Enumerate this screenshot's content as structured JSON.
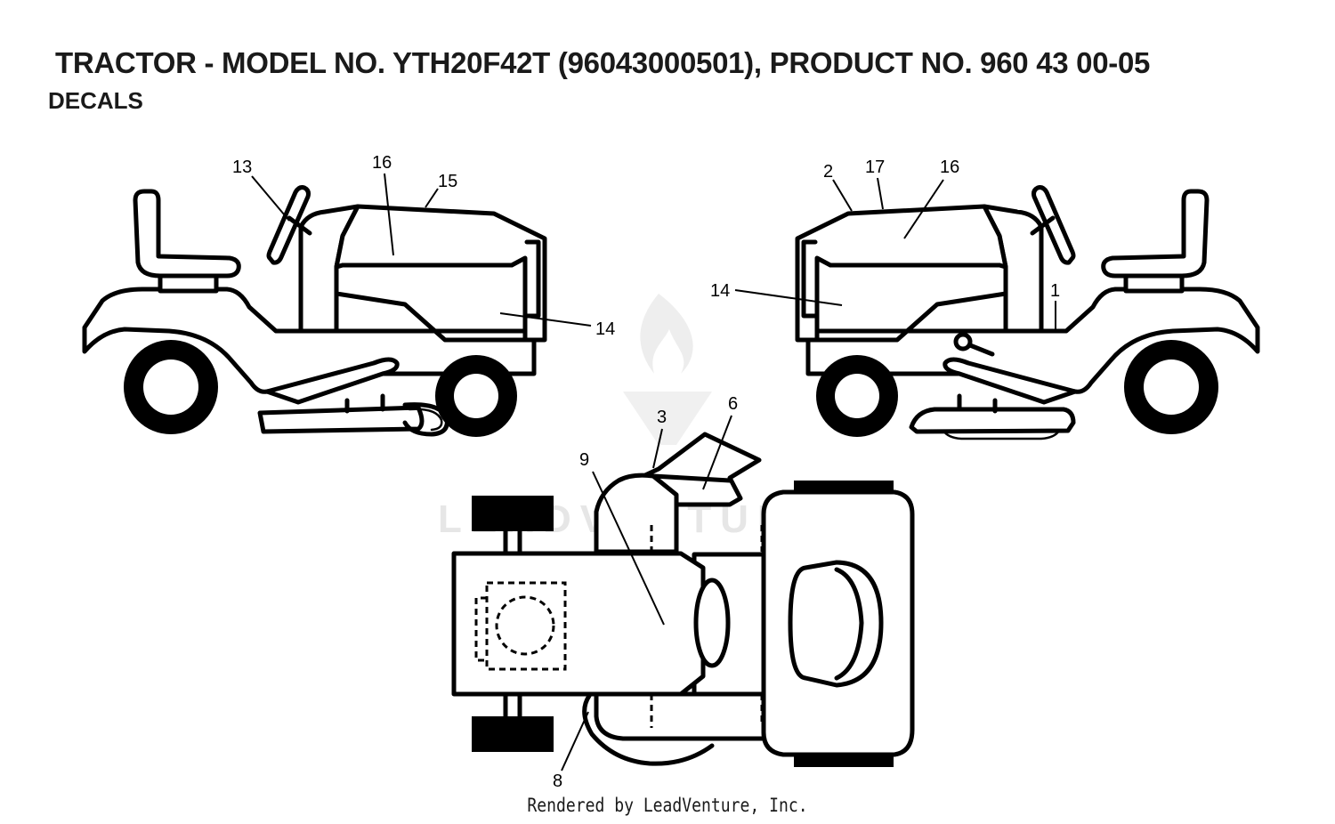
{
  "header": {
    "title": "TRACTOR - MODEL NO. YTH20F42T (96043000501), PRODUCT NO. 960 43 00-05",
    "subtitle": "DECALS"
  },
  "watermark": {
    "text": "LEADVENTURE"
  },
  "callouts": {
    "c1": "1",
    "c2": "2",
    "c3": "3",
    "c6": "6",
    "c8": "8",
    "c9": "9",
    "c13": "13",
    "c14_left": "14",
    "c14_right": "14",
    "c15": "15",
    "c16_left": "16",
    "c16_right": "16",
    "c17": "17"
  },
  "footer": {
    "credit": "Rendered by LeadVenture, Inc."
  }
}
